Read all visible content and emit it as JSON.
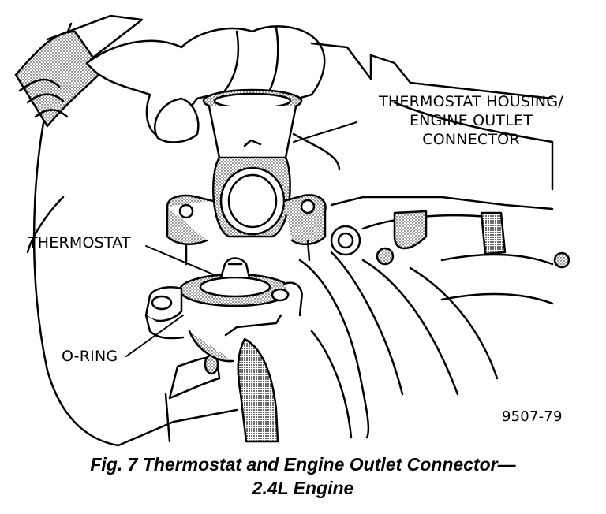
{
  "figure": {
    "labels": {
      "housing_line1": "THERMOSTAT HOUSING/",
      "housing_line2": "ENGINE OUTLET",
      "housing_line3": "CONNECTOR",
      "thermostat": "THERMOSTAT",
      "oring": "O-RING",
      "code": "9507-79"
    },
    "caption": {
      "line1": "Fig. 7 Thermostat and Engine Outlet Connector—",
      "line2": "2.4L Engine"
    }
  }
}
